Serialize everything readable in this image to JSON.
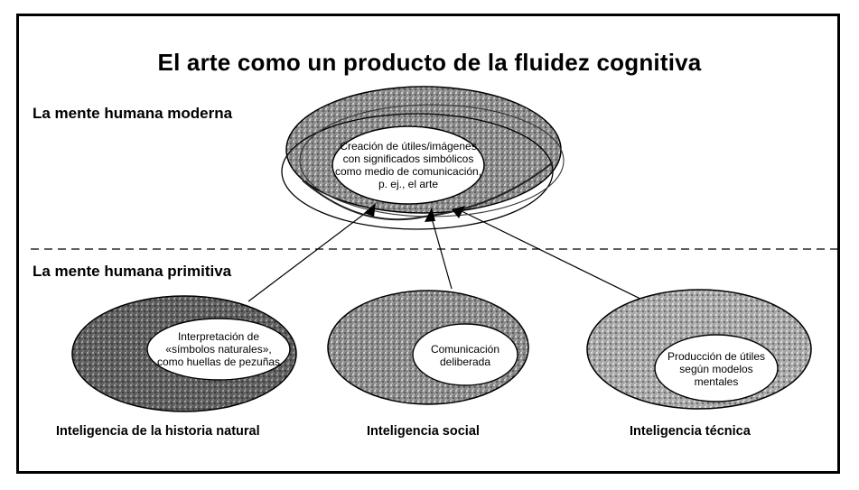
{
  "title": "El arte como un producto de la fluidez cognitiva",
  "sections": {
    "modern": "La mente humana moderna",
    "primitive": "La mente humana primitiva"
  },
  "modern_bubble": {
    "lines": [
      "Creación de útiles/imágenes",
      "con significados simbólicos",
      "como medio de comunicación,",
      "p. ej., el arte"
    ]
  },
  "domains": [
    {
      "caption": "Inteligencia de la historia natural",
      "lines": [
        "Interpretación de",
        "«símbolos naturales»,",
        "como huellas de pezuñas"
      ]
    },
    {
      "caption": "Inteligencia social",
      "lines": [
        "Comunicación",
        "deliberada"
      ]
    },
    {
      "caption": "Inteligencia técnica",
      "lines": [
        "Producción de útiles",
        "según modelos",
        "mentales"
      ]
    }
  ],
  "colors": {
    "ink": "#000000",
    "stipple_dark": "#6e6e6e",
    "stipple_mid": "#9a9a9a",
    "background": "#ffffff"
  }
}
